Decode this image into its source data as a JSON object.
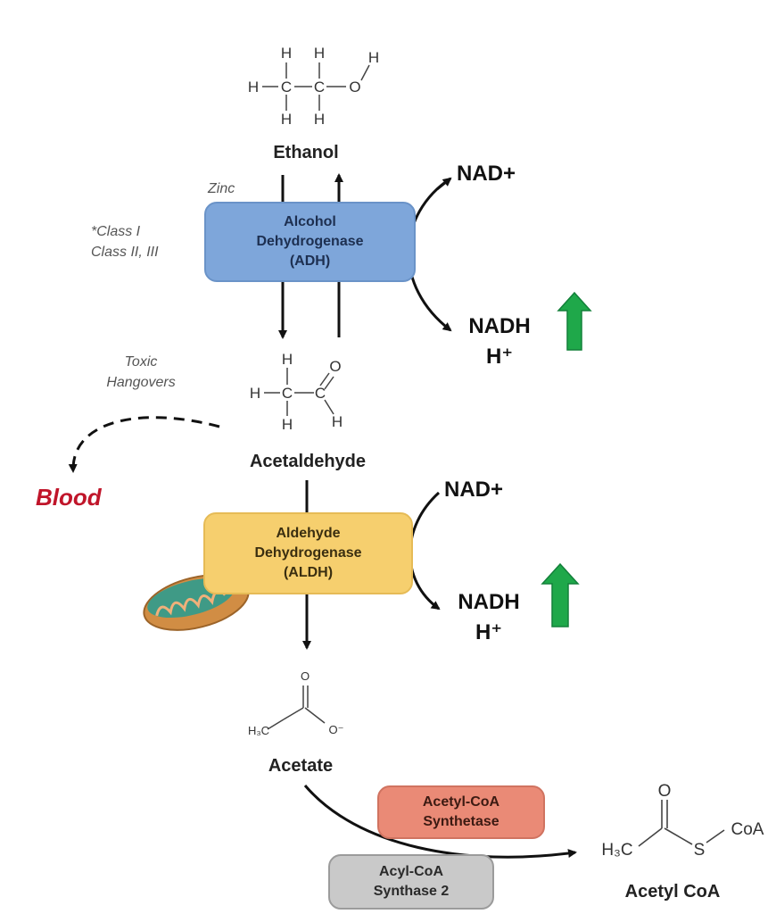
{
  "metabolites": {
    "ethanol": "Ethanol",
    "acetaldehyde": "Acetaldehyde",
    "acetate": "Acetate",
    "acetyl_coa": "Acetyl CoA"
  },
  "enzymes": {
    "adh": [
      "Alcohol",
      "Dehydrogenase",
      "(ADH)"
    ],
    "aldh": [
      "Aldehyde",
      "Dehydrogenase",
      "(ALDH)"
    ],
    "acetyl_coa_synthetase": [
      "Acetyl-CoA",
      "Synthetase"
    ],
    "acyl_coa_synthase_2": [
      "Acyl-CoA",
      "Synthase 2"
    ]
  },
  "cofactors": {
    "top": {
      "nad": "NAD+",
      "nadh": "NADH",
      "h": "H⁺"
    },
    "bottom": {
      "nad": "NAD+",
      "nadh": "NADH",
      "h": "H⁺"
    }
  },
  "notes": {
    "zinc": "Zinc",
    "class_line1": "*Class I",
    "class_line2": "Class II, III",
    "toxic_line1": "Toxic",
    "toxic_line2": "Hangovers",
    "blood": "Blood"
  },
  "structure_atoms": {
    "H": "H",
    "C": "C",
    "O": "O",
    "S": "S",
    "CoA": "CoA",
    "H3C": "H₃C",
    "O_minus": "O⁻"
  },
  "colors": {
    "adh": "#7ea6da",
    "aldh": "#f6cf6e",
    "acetyl_coa_synthetase": "#ea8a76",
    "acyl_coa_synthase_2": "#c9c9c9",
    "up_arrow": "#1fa84a",
    "blood": "#c0152a"
  }
}
